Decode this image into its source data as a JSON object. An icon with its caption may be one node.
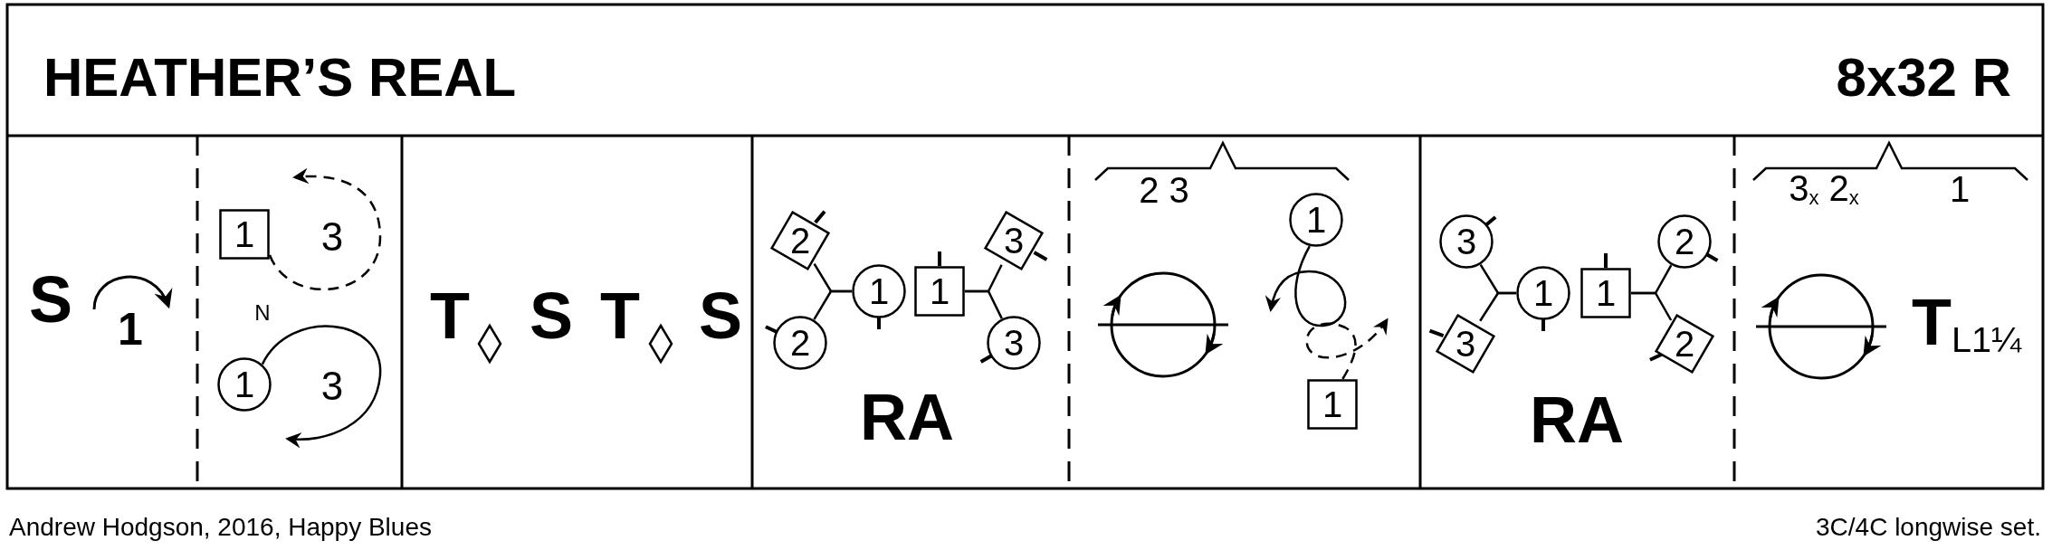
{
  "diagram": {
    "title": "HEATHER’S REAL",
    "nodes": [
      {
        "text": [
          "1"
        ]
      },
      {
        "text": [
          "1"
        ]
      },
      {
        "text": [
          "2"
        ]
      },
      {
        "text": [
          "2"
        ]
      },
      {
        "text": [
          "1"
        ]
      },
      {
        "text": [
          "1"
        ]
      },
      {
        "text": [
          "3"
        ]
      },
      {
        "text": [
          "3"
        ]
      },
      {
        "text": [
          "1"
        ]
      },
      {
        "text": [
          "1"
        ]
      },
      {
        "text": [
          "3"
        ]
      },
      {
        "text": [
          "3"
        ]
      },
      {
        "text": [
          "1"
        ]
      },
      {
        "text": [
          "1"
        ]
      },
      {
        "text": [
          "2"
        ]
      },
      {
        "text": [
          "2"
        ]
      }
    ],
    "edges": [
      {
        "from": 0,
        "to": null,
        "arrow": "to",
        "style": "dashed"
      },
      {
        "from": 1,
        "to": null,
        "arrow": "to"
      },
      {
        "from": 4,
        "to": 2,
        "arrow": "none"
      },
      {
        "from": 4,
        "to": 3,
        "arrow": "none"
      },
      {
        "from": 5,
        "to": 6,
        "arrow": "none"
      },
      {
        "from": 5,
        "to": 7,
        "arrow": "none"
      },
      {
        "from": 8,
        "to": null,
        "arrow": "to"
      },
      {
        "from": 9,
        "to": null,
        "arrow": "to",
        "style": "dashed"
      },
      {
        "from": 12,
        "to": 10,
        "arrow": "none"
      },
      {
        "from": 12,
        "to": 11,
        "arrow": "none"
      },
      {
        "from": 13,
        "to": 14,
        "arrow": "none"
      },
      {
        "from": 13,
        "to": 15,
        "arrow": "none"
      }
    ],
    "labels": [
      "8x32 R",
      "S",
      "1",
      "3",
      "N",
      "3",
      "T",
      "S",
      "T",
      "S",
      "RA",
      "2 3",
      "RA",
      "3$_{x}$ 2$_{x}$",
      "1",
      "T$_{L1¼}$",
      "Andrew Hodgson, 2016, Happy Blues",
      "3C/4C longwise set."
    ]
  }
}
